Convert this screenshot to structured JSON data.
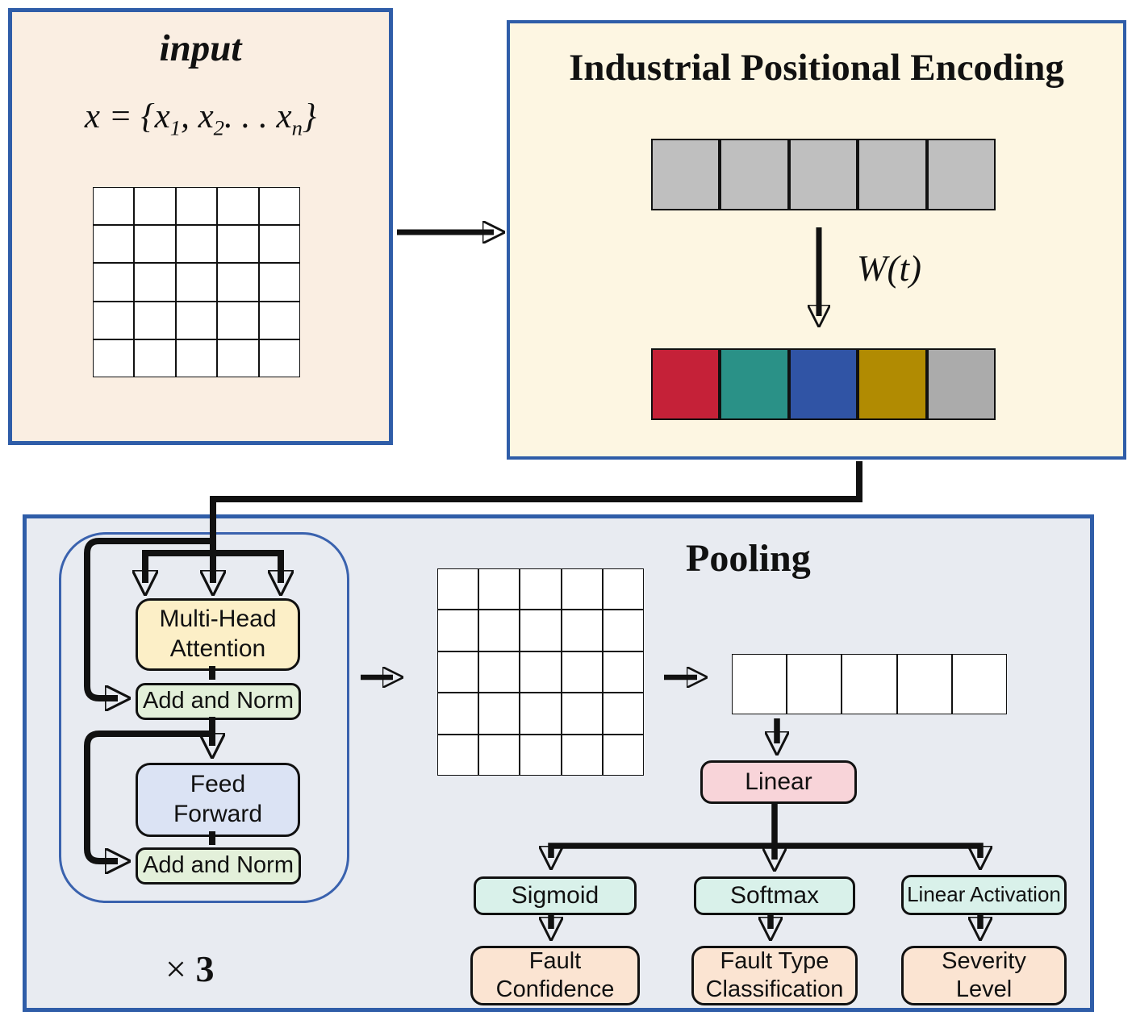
{
  "palette": {
    "panel_border_blue": "#2f5da8",
    "encoder_border_blue": "#3a62ae",
    "line_black": "#111111"
  },
  "input_panel": {
    "title": "input",
    "formula": {
      "lead": "x = {x",
      "sub1": "1",
      "mid": ", x",
      "sub2": "2",
      "dots": ". . . x",
      "subn": "n",
      "close": "}"
    }
  },
  "ipe_panel": {
    "title": "Industrial Positional Encoding",
    "transform_label": "W(t)",
    "plain_color": "#bfbfbf",
    "encoded_colors": [
      "#c52138",
      "#2a9187",
      "#3054a5",
      "#b18b02",
      "#ababab"
    ]
  },
  "pooling_panel": {
    "title": "Pooling",
    "encoder": {
      "mha": {
        "line1": "Multi-Head",
        "line2": "Attention"
      },
      "addnorm_label": "Add and Norm",
      "ff": {
        "line1": "Feed",
        "line2": "Forward"
      },
      "repeat": {
        "symbol": "×",
        "count": "3"
      }
    },
    "linear_label": "Linear",
    "heads": {
      "sigmoid_label": "Sigmoid",
      "softmax_label": "Softmax",
      "linear_activation_label": "Linear Activation",
      "fault_confidence": {
        "line1": "Fault",
        "line2": "Confidence"
      },
      "fault_type": {
        "line1": "Fault Type",
        "line2": "Classification"
      },
      "severity": {
        "line1": "Severity",
        "line2": "Level"
      }
    }
  }
}
